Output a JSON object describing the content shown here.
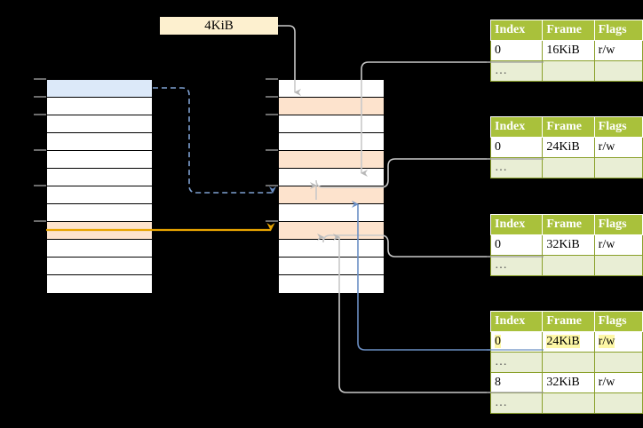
{
  "diagram": {
    "title_label": "4KiB",
    "colors": {
      "header_green": "#a9c13b",
      "alt_row_green": "#e9eed5",
      "highlight_yellow": "#fdf7a6",
      "label_cream": "#fdf0cf",
      "selected_blue": "#dce9f9",
      "selected_orange": "#fde3cd",
      "arrow_blue": "#6b8fc4",
      "arrow_orange": "#e8a400",
      "arrow_gray": "#b3b3b3"
    },
    "left_column": {
      "name": "left-memory-column",
      "row_count": 12,
      "rows": [
        {
          "index": 0,
          "fill": "blue",
          "text": ""
        },
        {
          "index": 1,
          "fill": "white",
          "text": ""
        },
        {
          "index": 2,
          "fill": "white",
          "text": ""
        },
        {
          "index": 3,
          "fill": "white",
          "text": ""
        },
        {
          "index": 4,
          "fill": "white",
          "text": ""
        },
        {
          "index": 5,
          "fill": "white",
          "text": ""
        },
        {
          "index": 6,
          "fill": "white",
          "text": ""
        },
        {
          "index": 7,
          "fill": "white",
          "text": ""
        },
        {
          "index": 8,
          "fill": "orange",
          "text": ""
        },
        {
          "index": 9,
          "fill": "white",
          "text": ""
        },
        {
          "index": 10,
          "fill": "white",
          "text": ""
        },
        {
          "index": 11,
          "fill": "white",
          "text": ""
        }
      ]
    },
    "middle_column": {
      "name": "middle-memory-column",
      "row_count": 12,
      "rows": [
        {
          "index": 0,
          "fill": "white",
          "text": ""
        },
        {
          "index": 1,
          "fill": "orange",
          "text": ""
        },
        {
          "index": 2,
          "fill": "white",
          "text": ""
        },
        {
          "index": 3,
          "fill": "white",
          "text": ""
        },
        {
          "index": 4,
          "fill": "orange",
          "text": ""
        },
        {
          "index": 5,
          "fill": "white",
          "text": ""
        },
        {
          "index": 6,
          "fill": "orange",
          "text": ""
        },
        {
          "index": 7,
          "fill": "white",
          "text": ""
        },
        {
          "index": 8,
          "fill": "orange",
          "text": ""
        },
        {
          "index": 9,
          "fill": "white",
          "text": ""
        },
        {
          "index": 10,
          "fill": "white",
          "text": ""
        },
        {
          "index": 11,
          "fill": "white",
          "text": ""
        }
      ]
    },
    "page_tables": [
      {
        "name": "page-table-1",
        "headers": [
          "Index",
          "Frame",
          "Flags"
        ],
        "rows": [
          {
            "cells": [
              "0",
              "16KiB",
              "r/w"
            ],
            "alt": false,
            "highlight": false
          },
          {
            "cells": [
              "…",
              "",
              ""
            ],
            "alt": true,
            "highlight": false
          }
        ]
      },
      {
        "name": "page-table-2",
        "headers": [
          "Index",
          "Frame",
          "Flags"
        ],
        "rows": [
          {
            "cells": [
              "0",
              "24KiB",
              "r/w"
            ],
            "alt": false,
            "highlight": false
          },
          {
            "cells": [
              "…",
              "",
              ""
            ],
            "alt": true,
            "highlight": false
          }
        ]
      },
      {
        "name": "page-table-3",
        "headers": [
          "Index",
          "Frame",
          "Flags"
        ],
        "rows": [
          {
            "cells": [
              "0",
              "32KiB",
              "r/w"
            ],
            "alt": false,
            "highlight": false
          },
          {
            "cells": [
              "…",
              "",
              ""
            ],
            "alt": true,
            "highlight": false
          }
        ]
      },
      {
        "name": "page-table-4",
        "headers": [
          "Index",
          "Frame",
          "Flags"
        ],
        "rows": [
          {
            "cells": [
              "0",
              "24KiB",
              "r/w"
            ],
            "alt": false,
            "highlight": true
          },
          {
            "cells": [
              "…",
              "",
              ""
            ],
            "alt": true,
            "highlight": false
          },
          {
            "cells": [
              "8",
              "32KiB",
              "r/w"
            ],
            "alt": false,
            "highlight": false
          },
          {
            "cells": [
              "…",
              "",
              ""
            ],
            "alt": true,
            "highlight": false
          }
        ]
      }
    ]
  }
}
